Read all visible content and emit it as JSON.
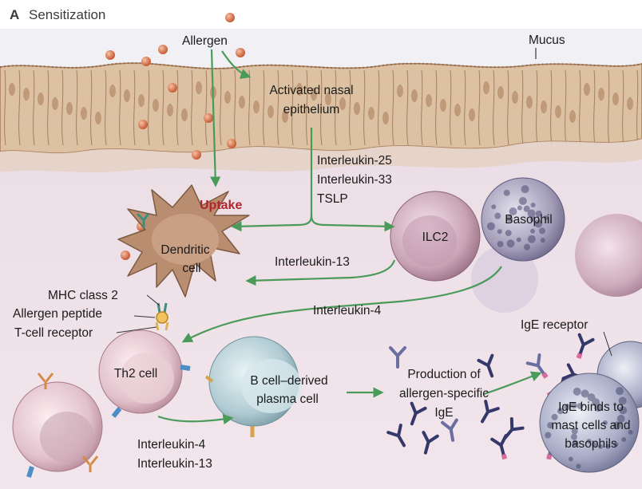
{
  "panel": {
    "letter": "A",
    "title": "Sensitization"
  },
  "labels": {
    "allergen": "Allergen",
    "mucus": "Mucus",
    "activated_epithelium": [
      "Activated nasal",
      "epithelium"
    ],
    "cytokines": [
      "Interleukin-25",
      "Interleukin-33",
      "TSLP"
    ],
    "uptake": "Uptake",
    "dendritic_cell": [
      "Dendritic",
      "cell"
    ],
    "ilc2": "ILC2",
    "basophil": "Basophil",
    "interleukin_13": "Interleukin-13",
    "interleukin_4": "Interleukin-4",
    "mhc_class_2": "MHC class 2",
    "allergen_peptide": "Allergen peptide",
    "t_cell_receptor": "T-cell receptor",
    "th2_cell": "Th2 cell",
    "plasma_cell": [
      "B cell–derived",
      "plasma cell"
    ],
    "production_ige": [
      "Production of",
      "allergen-specific",
      "IgE"
    ],
    "ige_receptor": "IgE receptor",
    "ige_binds": [
      "IgE binds to",
      "mast cells and",
      "basophils"
    ],
    "il4_il13": [
      "Interleukin-4",
      "Interleukin-13"
    ]
  },
  "colors": {
    "arrow_green": "#4a9a5a",
    "uptake_red": "#b0242a",
    "tissue_pink": "#ece0e6",
    "epithelium_tan": "#dcc2a2",
    "dendritic_brown": "#b98d6f",
    "ilc2_mauve": "#c7a2b3",
    "basophil_lavender": "#9c95b2",
    "plasma_cell_blue": "#a9c6cf",
    "ige_antibody_navy": "#34386a"
  }
}
